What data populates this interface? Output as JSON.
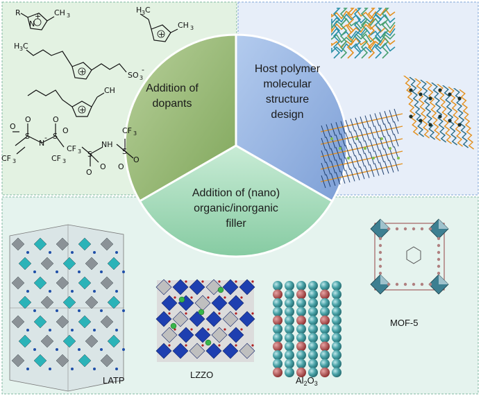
{
  "segments": {
    "dopants": {
      "line1": "Addition of",
      "line2": "dopants"
    },
    "polymer": {
      "line1": "Host polymer",
      "line2": "molecular",
      "line3": "structure",
      "line4": "design"
    },
    "filler": {
      "line1": "Addition of (nano)",
      "line2": "organic/inorganic",
      "line3": "filler"
    }
  },
  "chemistry": {
    "r_group": "R",
    "methyl_1": "CH",
    "methyl_1_sub": "3",
    "h3c": "H",
    "h3c_sub": "3",
    "h3c_c": "C",
    "so3": "SO",
    "so3_sub": "3",
    "so3_charge": "-",
    "plus": "+",
    "n": "N",
    "cf3": "CF",
    "cf3_sub": "3",
    "s": "S",
    "o": "O",
    "nh": "NH",
    "n_minus": "N",
    "n_minus_charge": "-"
  },
  "materials": {
    "latp": "LATP",
    "lzzo": "LZZO",
    "alumina": "Al",
    "alumina_sub1": "2",
    "alumina_o": "O",
    "alumina_sub2": "3",
    "mof5": "MOF-5"
  },
  "colors": {
    "dopant_panel": "#e3f2e2",
    "polymer_panel": "#e7eef9",
    "filler_panel": "#e5f3ee",
    "dopant_wedge": "#93b86f",
    "polymer_wedge": "#8db0de",
    "filler_wedge": "#9fd9b8",
    "panel_border": "#7fb7a0"
  }
}
